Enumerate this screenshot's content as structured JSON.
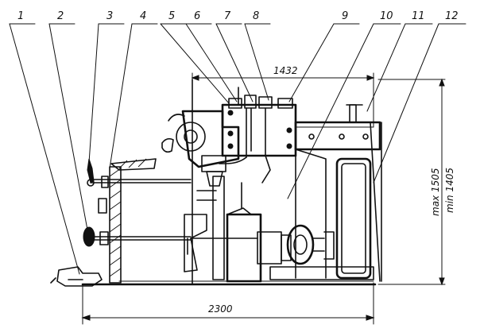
{
  "callouts": [
    "1",
    "2",
    "3",
    "4",
    "5",
    "6",
    "7",
    "8",
    "9",
    "10",
    "11",
    "12"
  ],
  "dimensions": {
    "top_width": "1432",
    "overall_length": "2300",
    "height_max": "max 1505",
    "height_min": "min 1405"
  }
}
